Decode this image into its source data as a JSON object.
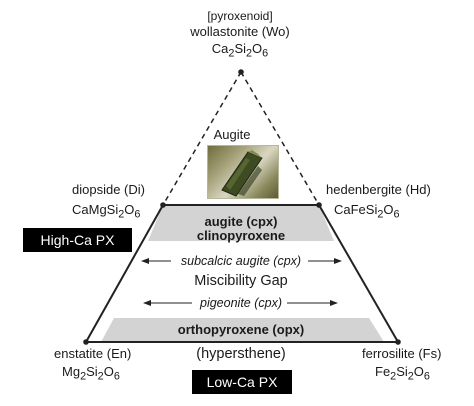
{
  "apex": {
    "top_note": "[pyroxenoid]",
    "name": "wollastonite (Wo)",
    "formula": {
      "pre": "Ca",
      "sub1": "2",
      "mid": "Si",
      "sub2": "2",
      "post": "O",
      "sub3": "6"
    }
  },
  "specimen": {
    "label": "Augite",
    "image_icon": "augite-crystal-photo"
  },
  "left_mid": {
    "name": "diopside (Di)",
    "formula": {
      "pre": "CaMgSi",
      "sub1": "2",
      "mid": "O",
      "sub2": "6"
    }
  },
  "right_mid": {
    "name": "hedenbergite (Hd)",
    "formula": {
      "pre": "CaFeSi",
      "sub1": "2",
      "mid": "O",
      "sub2": "6"
    }
  },
  "left_bottom": {
    "name": "enstatite (En)",
    "formula": {
      "pre": "Mg",
      "sub1": "2",
      "mid": "Si",
      "sub2": "2",
      "post": "O",
      "sub3": "6"
    }
  },
  "right_bottom": {
    "name": "ferrosilite (Fs)",
    "formula": {
      "pre": "Fe",
      "sub1": "2",
      "mid": "Si",
      "sub2": "2",
      "post": "O",
      "sub3": "6"
    }
  },
  "bands": {
    "top_line1": "augite (cpx)",
    "top_line2": "clinopyroxene",
    "subcalcic": "subcalcic augite (cpx)",
    "gap": "Miscibility Gap",
    "pigeonite": "pigeonite (cpx)",
    "bottom": "orthopyroxene (opx)",
    "hypersthene": "(hypersthene)"
  },
  "boxes": {
    "high": "High-Ca PX",
    "low": "Low-Ca PX"
  },
  "colors": {
    "band_fill": "#d3d3d3",
    "outline": "#222222",
    "box_fill": "#000000"
  }
}
